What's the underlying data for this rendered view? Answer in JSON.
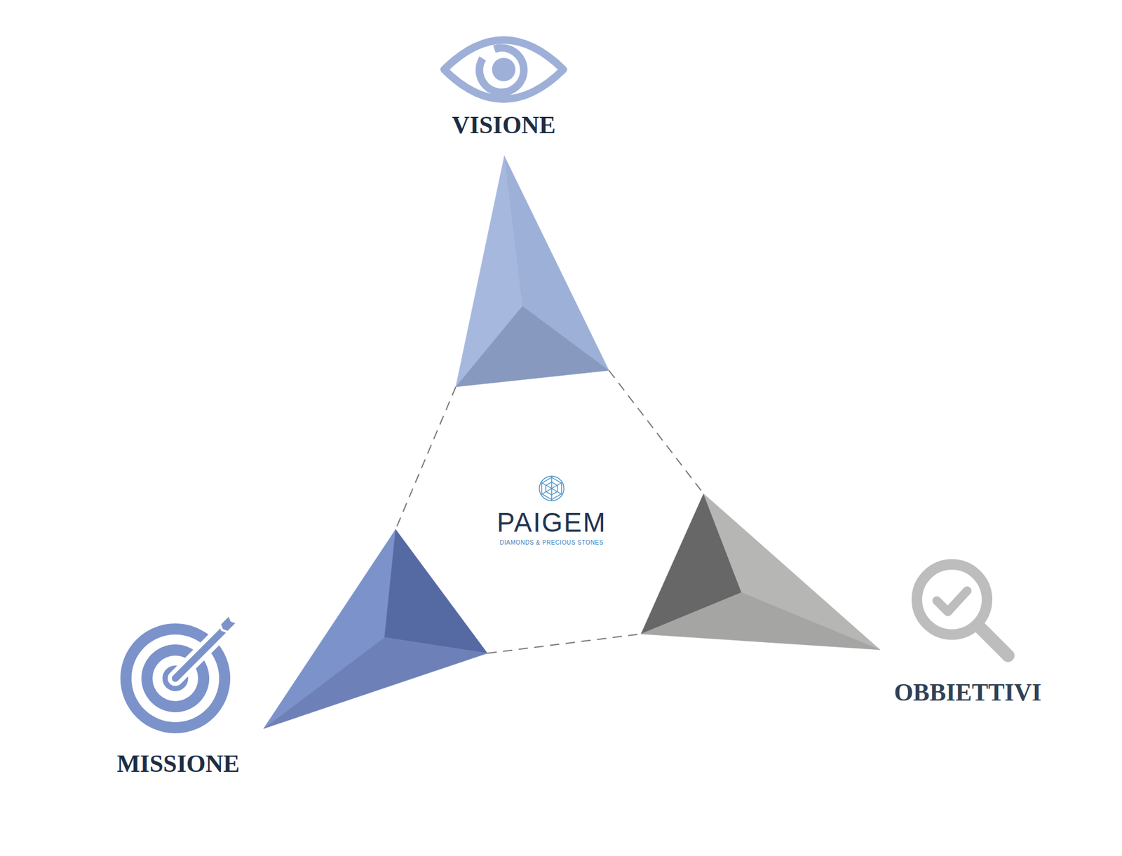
{
  "diagram": {
    "nodes": [
      {
        "text": [
          "VISIONE"
        ]
      },
      {
        "text": [
          "MISSIONE"
        ]
      },
      {
        "text": [
          "OBBIETTIVI"
        ]
      }
    ],
    "edges": [
      {
        "from": 0,
        "to": 1,
        "arrow": "none"
      },
      {
        "from": 0,
        "to": 2,
        "arrow": "none"
      },
      {
        "from": 1,
        "to": 2,
        "arrow": "none"
      }
    ],
    "labels": [
      "PAIGEM",
      "DIAMONDS & PRECIOUS STONES"
    ]
  }
}
